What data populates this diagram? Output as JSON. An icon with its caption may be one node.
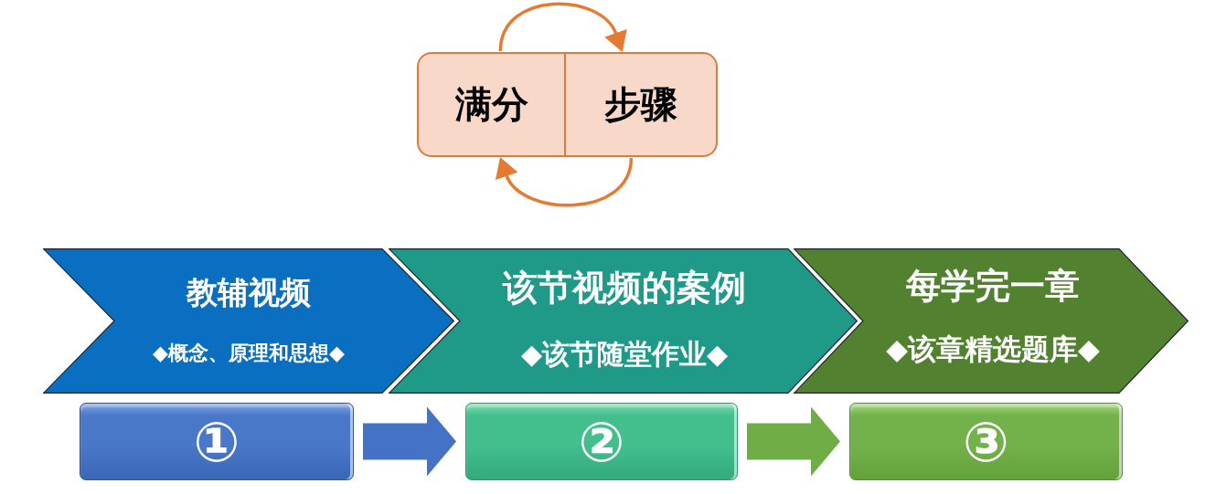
{
  "diagram": {
    "nodes": [
      {
        "text": [
          "满分"
        ]
      },
      {
        "text": [
          "步骤"
        ]
      },
      {
        "text": [
          "教辅视频",
          "◆概念、原理和思想◆"
        ]
      },
      {
        "text": [
          "该节视频的案例",
          "◆该节随堂作业◆"
        ]
      },
      {
        "text": [
          "每学完一章",
          "◆该章精选题库◆"
        ]
      },
      {
        "text": [
          "①"
        ]
      },
      {
        "text": [
          "②"
        ]
      },
      {
        "text": [
          "③"
        ]
      }
    ],
    "edges": [
      {
        "from": 0,
        "to": 1,
        "arrow": "to"
      },
      {
        "from": 1,
        "to": 0,
        "arrow": "to"
      },
      {
        "from": 5,
        "to": 6,
        "arrow": "to",
        "style": "thick",
        "color": "#4472c4"
      },
      {
        "from": 6,
        "to": 7,
        "arrow": "to",
        "style": "thick",
        "color": "#70ad47"
      }
    ]
  }
}
